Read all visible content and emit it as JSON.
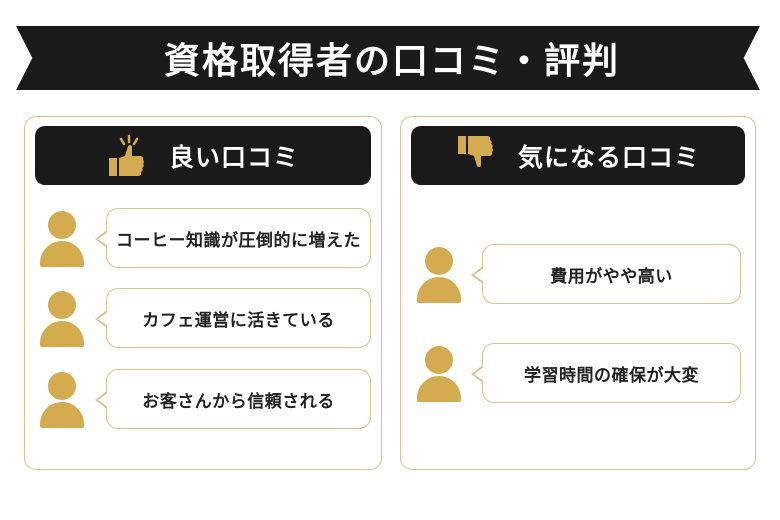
{
  "banner": {
    "title": "資格取得者の口コミ・評判"
  },
  "colors": {
    "dark": "#1a1a1a",
    "gold": "#d4ab4e",
    "border": "#d9c48f",
    "text": "#222222"
  },
  "good": {
    "label": "良い口コミ",
    "icon": "thumbs-up-icon",
    "reviews": [
      {
        "text": "コーヒー知識が圧倒的に増えた"
      },
      {
        "text": "カフェ運営に活きている"
      },
      {
        "text": "お客さんから信頼される"
      }
    ]
  },
  "concern": {
    "label": "気になる口コミ",
    "icon": "thumbs-down-icon",
    "reviews": [
      {
        "text": "費用がやや高い"
      },
      {
        "text": "学習時間の確保が大変"
      }
    ]
  }
}
